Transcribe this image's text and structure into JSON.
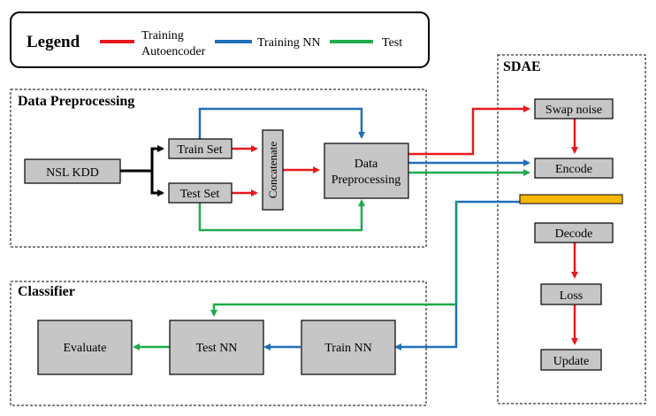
{
  "legend": {
    "title": "Legend",
    "items": [
      {
        "label_line1": "Training",
        "label_line2": "Autoencoder",
        "color": "#e8191c"
      },
      {
        "label_line1": "Training NN",
        "label_line2": "",
        "color": "#1f6fb8"
      },
      {
        "label_line1": "Test",
        "label_line2": "",
        "color": "#1fac4b"
      }
    ]
  },
  "sections": {
    "data_preprocessing": "Data Preprocessing",
    "classifier": "Classifier",
    "sdae": "SDAE"
  },
  "nodes": {
    "nsl_kdd": "NSL KDD",
    "train_set": "Train Set",
    "test_set": "Test Set",
    "concatenate": "Concatenate",
    "data_preprocessing_line1": "Data",
    "data_preprocessing_line2": "Preprocessing",
    "swap_noise": "Swap noise",
    "encode": "Encode",
    "decode": "Decode",
    "loss": "Loss",
    "update": "Update",
    "evaluate": "Evaluate",
    "test_nn": "Test NN",
    "train_nn": "Train NN"
  },
  "colors": {
    "training_autoencoder": "#e8191c",
    "training_nn": "#1f6fb8",
    "test": "#1fac4b",
    "bottleneck": "#f5b800",
    "node_fill": "#c6c6c6"
  }
}
